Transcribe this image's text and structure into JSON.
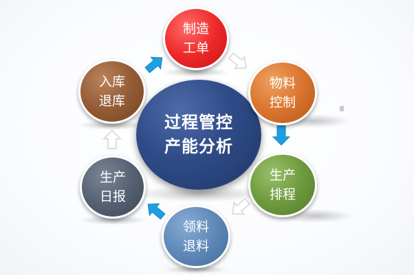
{
  "center": {
    "line1": "过程管控",
    "line2": "产能分析",
    "color": "#2f4b87"
  },
  "nodes": [
    {
      "id": "make",
      "line1": "制造",
      "line2": "工单",
      "color": "#ee2a2a"
    },
    {
      "id": "material-control",
      "line1": "物料",
      "line2": "控制",
      "color": "#d9752e"
    },
    {
      "id": "schedule",
      "line1": "生产",
      "line2": "排程",
      "color": "#6e9a3f"
    },
    {
      "id": "pick-return",
      "line1": "领料",
      "line2": "退料",
      "color": "#5f88b8"
    },
    {
      "id": "daily-report",
      "line1": "生产",
      "line2": "日报",
      "color": "#566173"
    },
    {
      "id": "stock-in-out",
      "line1": "入库",
      "line2": "退库",
      "color": "#945c36"
    }
  ],
  "arrows": [
    {
      "from": "stock-in-out",
      "to": "make",
      "style": "filled",
      "color": "#1ea0e0",
      "icon": "arrow-right-up-icon"
    },
    {
      "from": "make",
      "to": "material-control",
      "style": "outline",
      "color": "#dddddd",
      "icon": "arrow-right-down-icon"
    },
    {
      "from": "material-control",
      "to": "schedule",
      "style": "filled",
      "color": "#1ea0e0",
      "icon": "arrow-down-icon"
    },
    {
      "from": "schedule",
      "to": "pick-return",
      "style": "outline",
      "color": "#dddddd",
      "icon": "arrow-left-down-icon"
    },
    {
      "from": "pick-return",
      "to": "daily-report",
      "style": "filled",
      "color": "#1ea0e0",
      "icon": "arrow-left-up-icon"
    },
    {
      "from": "daily-report",
      "to": "stock-in-out",
      "style": "outline",
      "color": "#dddddd",
      "icon": "arrow-up-icon"
    }
  ]
}
